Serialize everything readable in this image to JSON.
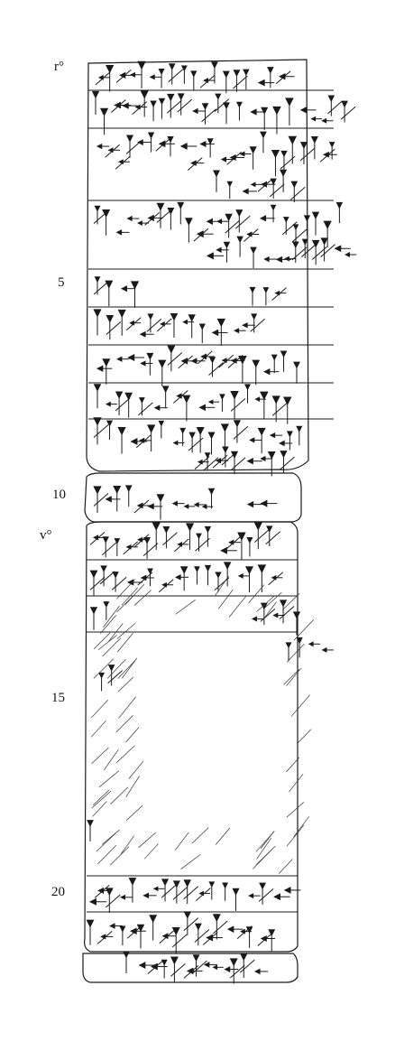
{
  "side_labels": {
    "obverse": "r°",
    "reverse": "v°"
  },
  "line_numbers": [
    "5",
    "10",
    "15",
    "20"
  ],
  "colors": {
    "ink": "#1a1a1a",
    "paper": "#ffffff"
  }
}
